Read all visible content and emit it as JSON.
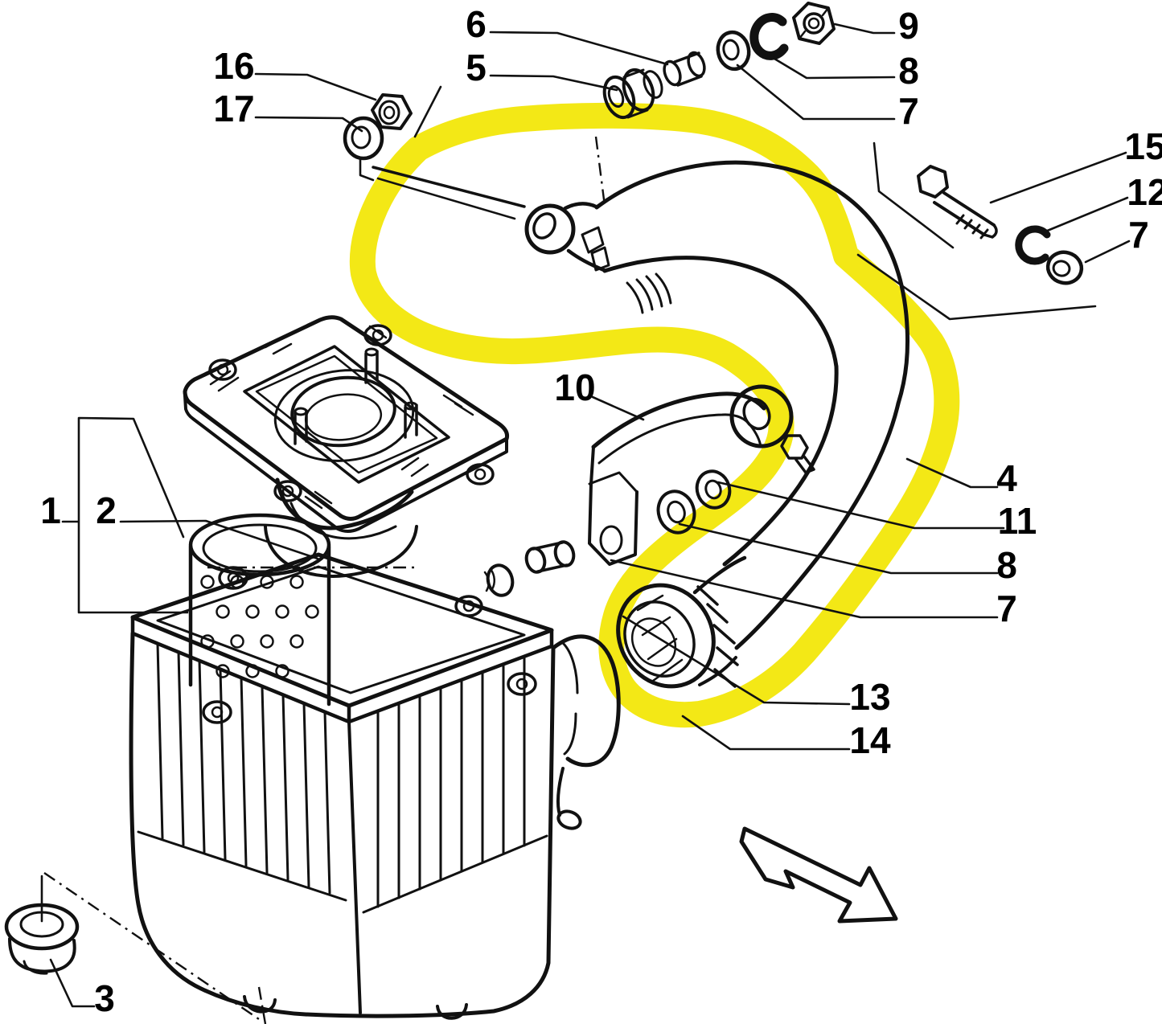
{
  "figure": {
    "type": "exploded-parts-diagram",
    "subject": "air cleaner and intake hose assembly"
  },
  "colors": {
    "line": "#111111",
    "background": "#ffffff",
    "highlight_marker": "#f2e70a"
  },
  "callouts": [
    {
      "label": "6"
    },
    {
      "label": "5"
    },
    {
      "label": "16"
    },
    {
      "label": "17"
    },
    {
      "label": "9"
    },
    {
      "label": "8"
    },
    {
      "label": "7"
    },
    {
      "label": "15"
    },
    {
      "label": "12"
    },
    {
      "label": "7"
    },
    {
      "label": "10"
    },
    {
      "label": "4"
    },
    {
      "label": "11"
    },
    {
      "label": "8"
    },
    {
      "label": "7"
    },
    {
      "label": "1"
    },
    {
      "label": "2"
    },
    {
      "label": "13"
    },
    {
      "label": "14"
    },
    {
      "label": "3"
    }
  ],
  "annotations": {
    "highlighter": {
      "color": "#f2e70a",
      "shape": "freehand loop around intake hose"
    },
    "direction_arrow": {
      "points": "down-right"
    }
  }
}
